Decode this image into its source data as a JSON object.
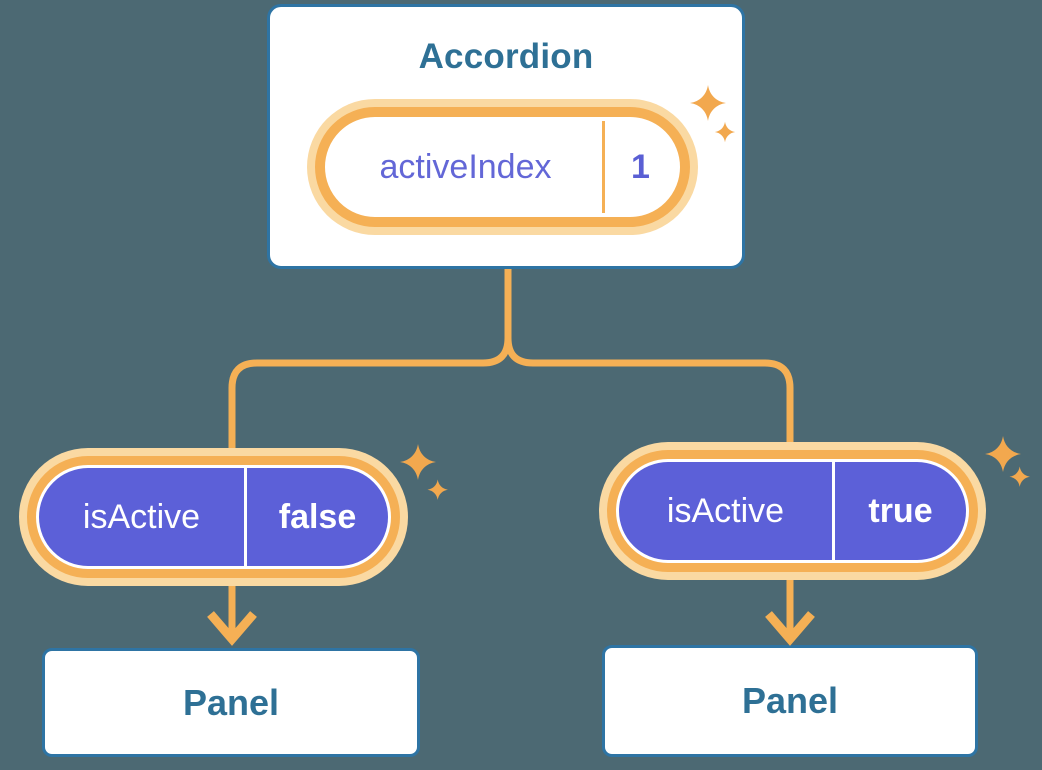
{
  "diagram": {
    "type": "component-tree",
    "root": {
      "title": "Accordion",
      "state": {
        "label": "activeIndex",
        "value": "1"
      }
    },
    "children": [
      {
        "prop": {
          "label": "isActive",
          "value": "false"
        },
        "node": {
          "title": "Panel"
        }
      },
      {
        "prop": {
          "label": "isActive",
          "value": "true"
        },
        "node": {
          "title": "Panel"
        }
      }
    ],
    "icons": {
      "sparkle": "sparkle-icon"
    },
    "colors": {
      "background": "#4C6973",
      "card_fill": "#FFFFFF",
      "card_border": "#2E74A4",
      "card_text": "#2E7095",
      "connector": "#F5B055",
      "ring": "#F5B055",
      "ring_halo": "#FAD9A2",
      "state_label_text": "#6367D7",
      "state_value_text": "#5A5FD4",
      "prop_fill": "#5C60D8",
      "prop_text": "#FFFFFF",
      "sparkle": "#F2A84E"
    }
  }
}
